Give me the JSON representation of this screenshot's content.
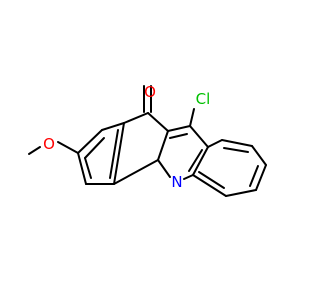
{
  "structure": {
    "atoms": {
      "carbonyl_oxygen": "O",
      "chlorine": "Cl",
      "ring_nitrogen": "N",
      "ether_oxygen": "O"
    }
  },
  "colors": {
    "oxygen": "#ff0000",
    "chlorine": "#00c000",
    "nitrogen": "#0000ff",
    "bond": "#000000",
    "background": "#ffffff"
  }
}
